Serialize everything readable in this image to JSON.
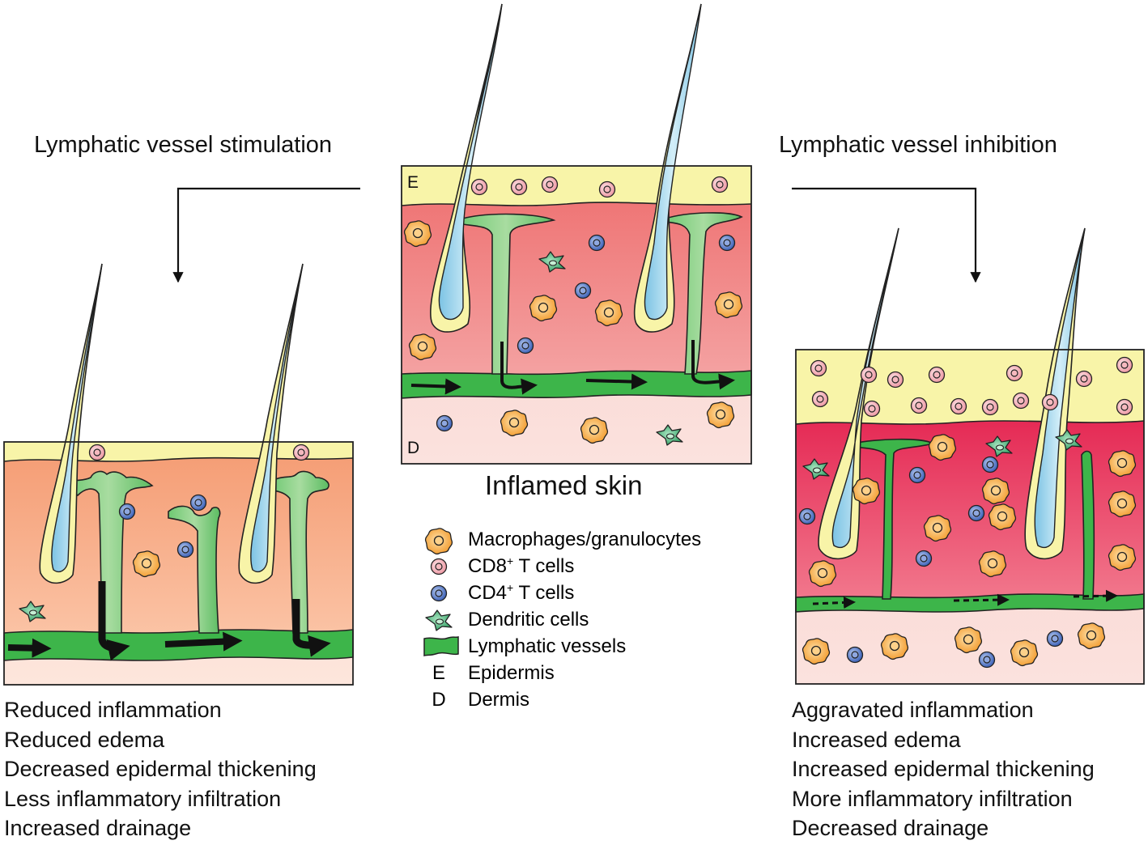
{
  "headings": {
    "stimulation": "Lymphatic vessel stimulation",
    "inhibition": "Lymphatic vessel inhibition",
    "center": "Inflamed skin"
  },
  "layer_labels": {
    "epidermis": "E",
    "dermis": "D"
  },
  "legend": [
    {
      "symbol": "macrophage-icon",
      "label": "Macrophages/granulocytes"
    },
    {
      "symbol": "cd8-cell-icon",
      "label": "CD8",
      "sup": "+",
      "rest": " T cells"
    },
    {
      "symbol": "cd4-cell-icon",
      "label": "CD4",
      "sup": "+",
      "rest": " T cells"
    },
    {
      "symbol": "dendritic-cell-icon",
      "label": "Dendritic cells"
    },
    {
      "symbol": "lymphatic-vessel-icon",
      "label": "Lymphatic vessels"
    },
    {
      "symbol": "E",
      "label": "Epidermis"
    },
    {
      "symbol": "D",
      "label": "Dermis"
    }
  ],
  "left_effects": [
    "Reduced inflammation",
    "Reduced edema",
    "Decreased epidermal thickening",
    "Less inflammatory infiltration",
    "Increased drainage"
  ],
  "right_effects": [
    "Aggravated inflammation",
    "Increased edema",
    "Increased epidermal thickening",
    "More inflammatory infiltration",
    "Decreased drainage"
  ],
  "colors": {
    "epidermis": "#f8f4a8",
    "dermis_inflamed": "#ef7c7c",
    "dermis_stimulated": "#f6a67a",
    "dermis_aggravated": "#e8305a",
    "deep_dermis": "#f8cfc8",
    "lymphatic": "#3db54a",
    "hair": "#8ccde8",
    "macrophage": "#f5a030",
    "cd8": "#f0a0a8",
    "cd4": "#4a6fc0",
    "dendritic": "#3aaa70"
  }
}
